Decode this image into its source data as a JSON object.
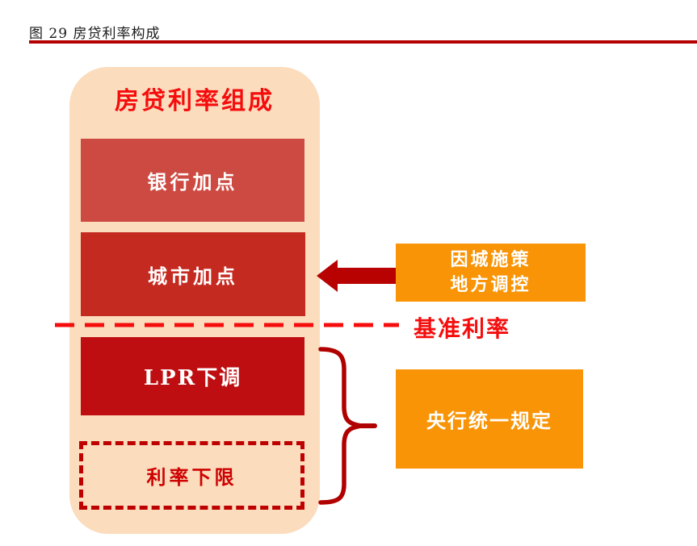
{
  "figure": {
    "caption": "图 29 房贷利率构成"
  },
  "diagram": {
    "title": "房贷利率组成",
    "boxes": {
      "bank_markup": "银行加点",
      "city_markup": "城市加点",
      "lpr_cut": "LPR下调",
      "rate_floor": "利率下限"
    },
    "benchmark_label": "基准利率",
    "callouts": {
      "city_policy": {
        "line1": "因城施策",
        "line2": "地方调控"
      },
      "pboc": {
        "label": "央行统一规定"
      }
    },
    "icons": {
      "arrow": "left-arrow-icon",
      "brace": "curly-brace-icon"
    },
    "colors": {
      "container_bg": "#fbdcbd",
      "bank_box": "#cd4a42",
      "city_box": "#c52a21",
      "lpr_box": "#be0e11",
      "floor_dashed_red": "#bf0000",
      "bright_red": "#f50d0d",
      "dark_red_arrow": "#b80202",
      "orange": "#f89406",
      "caption_rule_red": "#b30000"
    }
  }
}
